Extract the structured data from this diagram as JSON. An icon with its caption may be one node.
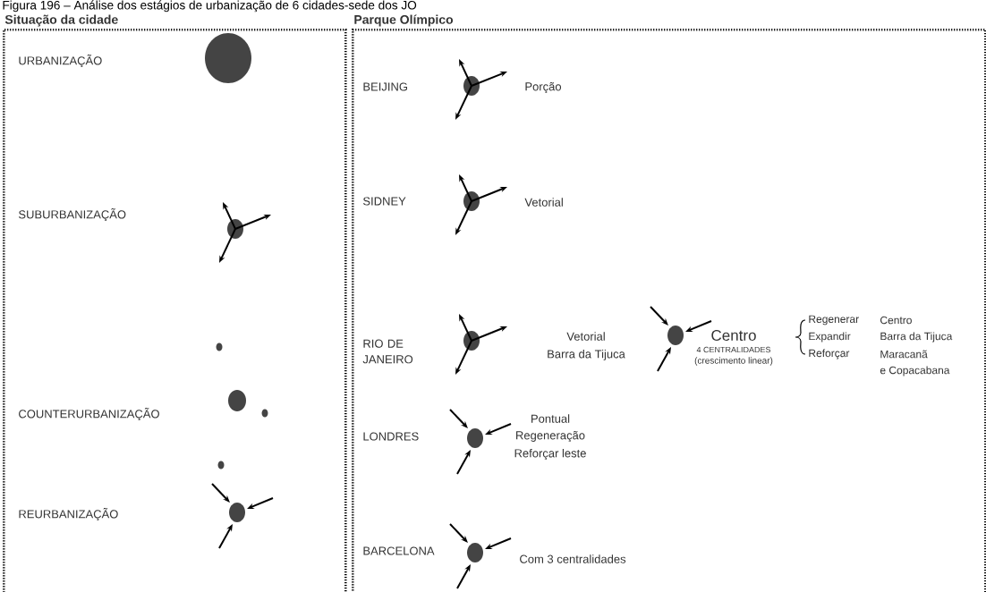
{
  "diagram": {
    "title": "Figura 196 – Análise dos estágios de urbanização de 6 cidades-sede dos JO",
    "nodes": [
      {
        "text": [
          "Situação da cidade"
        ]
      },
      {
        "text": [
          "Parque Olímpico"
        ]
      }
    ],
    "labels": [
      "URBANIZAÇÃO",
      "BEIJING",
      "Porção",
      "SUBURBANIZAÇÃO",
      "SIDNEY",
      "Vetorial",
      "RIO DE JANEIRO",
      "Vetorial",
      "Barra da Tijuca",
      "Centro",
      "4 CENTRALIDADES",
      "(crescimento linear)",
      "Regenerar",
      "Centro",
      "Expandir",
      "Barra da Tijuca",
      "Reforçar",
      "Maracanã",
      "e Copacabana",
      "COUNTERURBANIZAÇÃO",
      "LONDRES",
      "Pontual",
      "Regeneração",
      "Reforçar leste",
      "REURBANIZAÇÃO",
      "BARCELONA",
      "Com 3 centralidades"
    ]
  }
}
